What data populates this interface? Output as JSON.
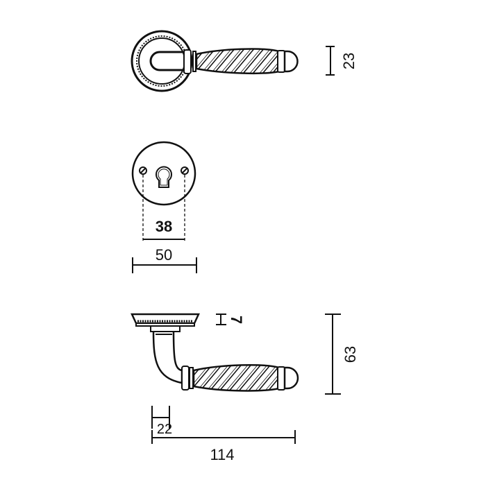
{
  "colors": {
    "line": "#111111",
    "background": "#ffffff"
  },
  "top_view": {
    "height_label": "23"
  },
  "escutcheon_view": {
    "screw_spacing_label": "38",
    "diameter_label": "50"
  },
  "side_view": {
    "rose_thickness_label": "7",
    "total_height_label": "63",
    "offset_label": "22",
    "length_label": "114"
  }
}
